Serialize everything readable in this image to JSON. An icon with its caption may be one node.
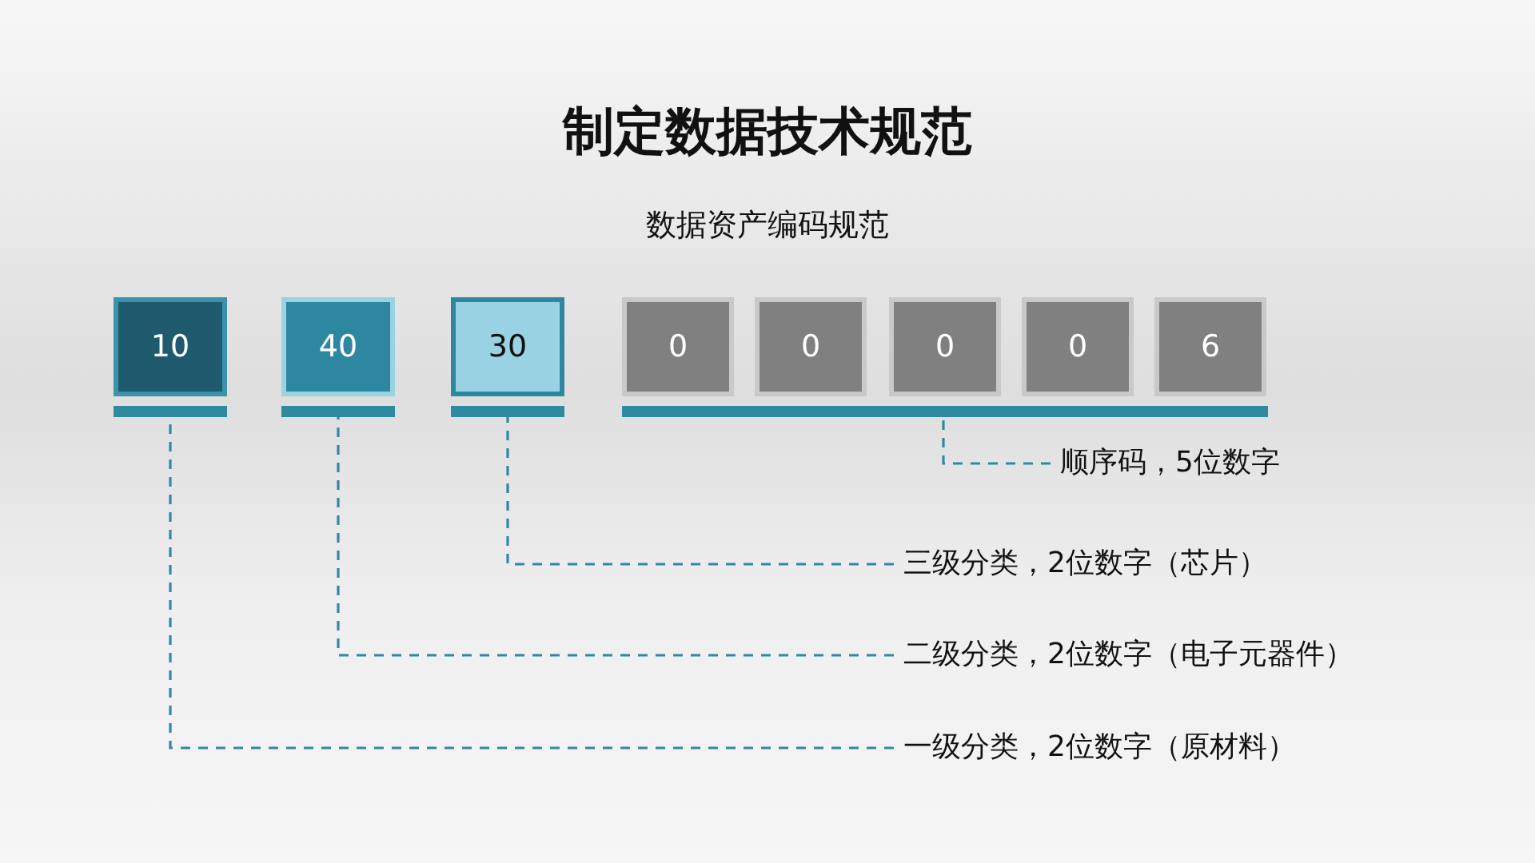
{
  "diagram": {
    "title": "制定数据技术规范",
    "nodes": [
      {
        "text": [
          "10"
        ]
      },
      {
        "text": [
          "40"
        ]
      },
      {
        "text": [
          "30"
        ]
      },
      {
        "text": [
          "0"
        ]
      },
      {
        "text": [
          "0"
        ]
      },
      {
        "text": [
          "0"
        ]
      },
      {
        "text": [
          "0"
        ]
      },
      {
        "text": [
          "6"
        ]
      },
      {
        "text": [],
        "shape": "bar"
      },
      {
        "text": [],
        "shape": "bar"
      },
      {
        "text": [],
        "shape": "bar"
      },
      {
        "text": [],
        "shape": "bar"
      },
      {
        "text": [
          "顺序码，5位数字"
        ]
      },
      {
        "text": [
          "三级分类，2位数字（芯片）"
        ]
      },
      {
        "text": [
          "二级分类，2位数字（电子元器件）"
        ]
      },
      {
        "text": [
          "一级分类，2位数字（原材料）"
        ]
      }
    ],
    "edges": [
      {
        "from": 12,
        "to": 11,
        "arrow": "none",
        "style": "dashed"
      },
      {
        "from": 13,
        "to": 10,
        "arrow": "none",
        "style": "dashed"
      },
      {
        "from": 14,
        "to": 9,
        "arrow": "none",
        "style": "dashed"
      },
      {
        "from": 15,
        "to": 8,
        "arrow": "none",
        "style": "dashed"
      }
    ],
    "labels": [
      "数据资产编码规范"
    ]
  }
}
